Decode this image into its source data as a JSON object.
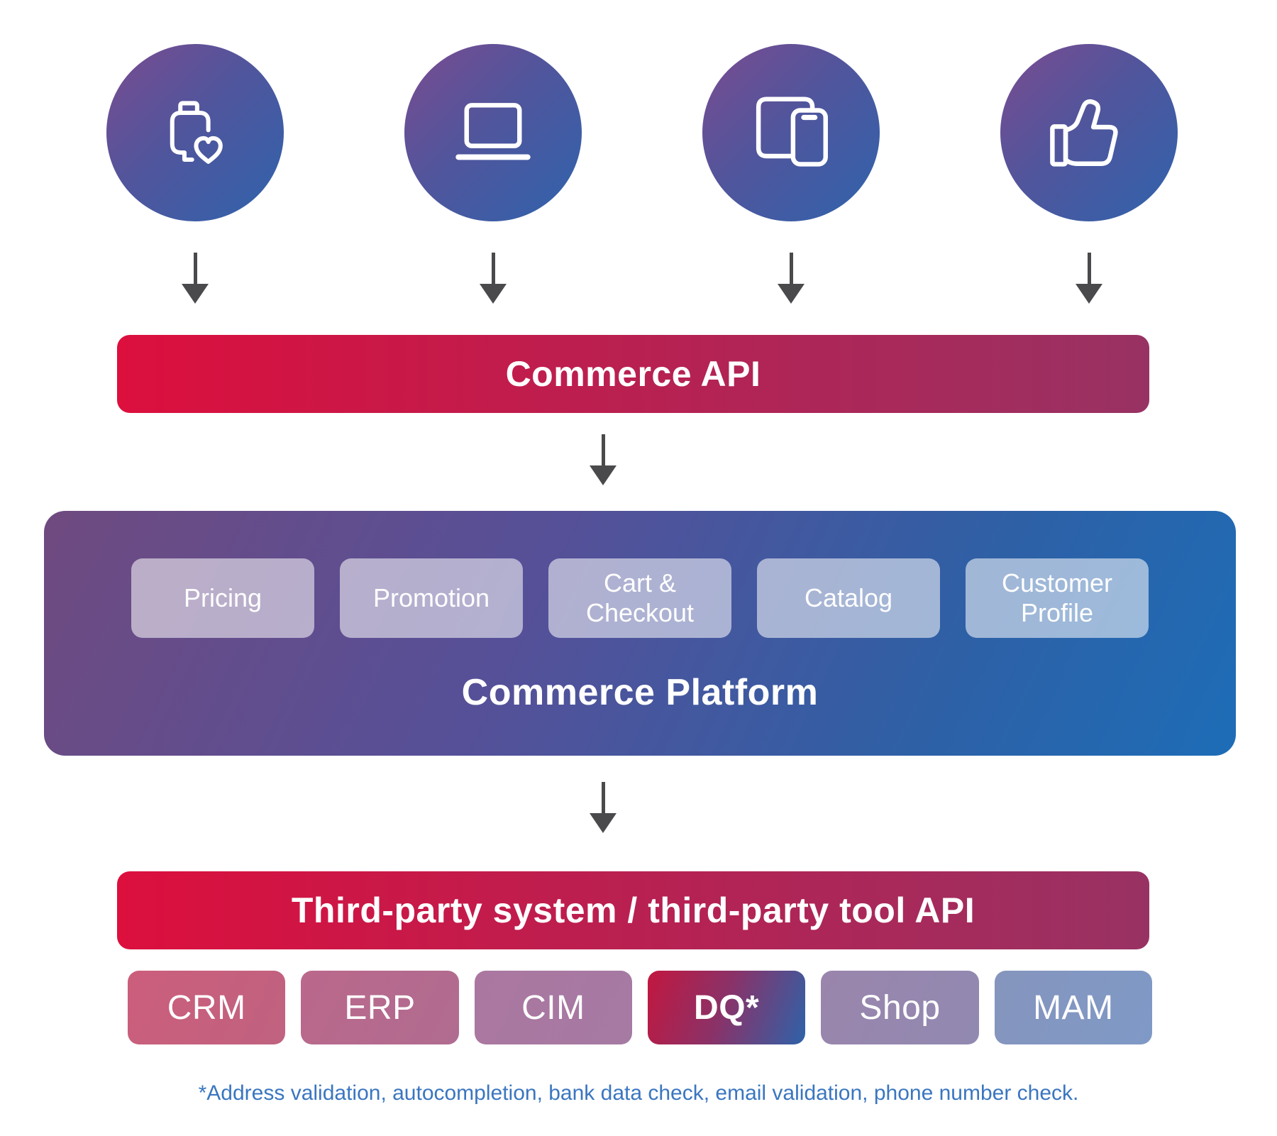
{
  "diagram": {
    "channels": [
      {
        "icon": "smartwatch-heart-icon"
      },
      {
        "icon": "laptop-icon"
      },
      {
        "icon": "tablet-phone-icon"
      },
      {
        "icon": "thumbs-up-icon"
      }
    ],
    "commerce_api": {
      "label": "Commerce API"
    },
    "platform": {
      "title": "Commerce Platform",
      "modules": [
        {
          "label": "Pricing"
        },
        {
          "label": "Promotion"
        },
        {
          "label": "Cart & Checkout"
        },
        {
          "label": "Catalog"
        },
        {
          "label": "Customer Profile"
        }
      ]
    },
    "third_party_api": {
      "label": "Third-party system / third-party tool API"
    },
    "third_party_tools": [
      {
        "label": "CRM"
      },
      {
        "label": "ERP"
      },
      {
        "label": "CIM"
      },
      {
        "label": "DQ*",
        "highlighted": true
      },
      {
        "label": "Shop"
      },
      {
        "label": "MAM"
      }
    ],
    "footnote": "*Address validation, autocompletion, bank data check, email validation, phone number check.",
    "colors": {
      "circle_gradient": [
        "#7b4b90",
        "#2f63ac"
      ],
      "api_bar_gradient": [
        "#dc0f3d",
        "#983263"
      ],
      "platform_gradient": [
        "#6f4a80",
        "#1d6db7"
      ],
      "module_background": "rgba(255,255,255,0.55)",
      "arrow": "#4a4a4d",
      "footnote_text": "#3a76c0",
      "tool_backgrounds": {
        "CRM": "#c7617f",
        "ERP": "#b56b8e",
        "CIM": "#a9799f",
        "DQ*": [
          "#c2173f",
          "#2e62a9"
        ],
        "Shop": "#9488ad",
        "MAM": "#8197c3"
      }
    }
  }
}
